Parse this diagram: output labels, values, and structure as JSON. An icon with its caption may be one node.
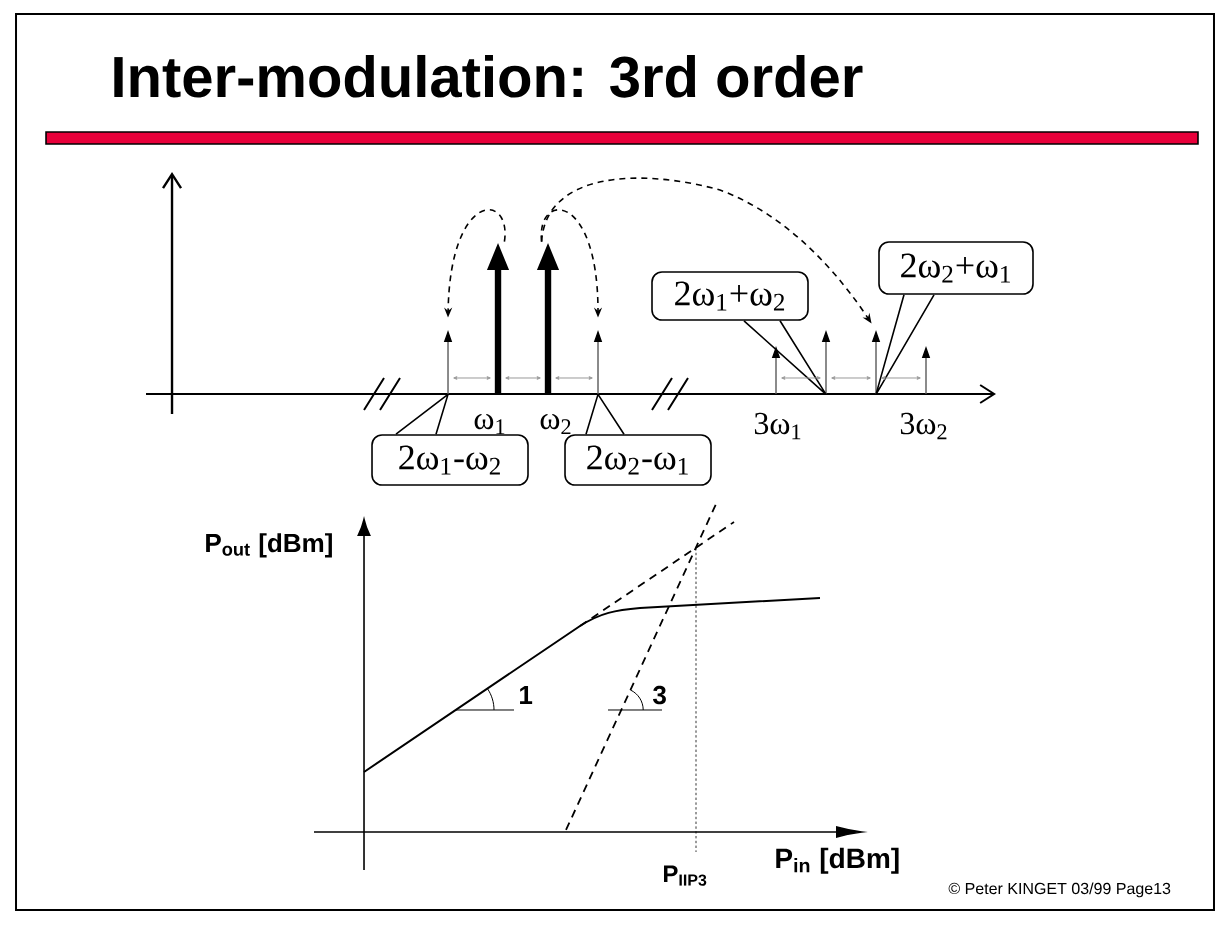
{
  "diagram": {
    "title": "Inter-modulation: 3rd order",
    "nodes": [
      {
        "text": [],
        "shape": "arrow"
      },
      {
        "text": [],
        "shape": "arrow",
        "beside": [
          "ω$_{1}$"
        ]
      },
      {
        "text": [],
        "shape": "arrow",
        "beside": [
          "ω$_{2}$"
        ]
      },
      {
        "text": [],
        "shape": "arrow"
      },
      {
        "text": [],
        "shape": "arrow",
        "beside": [
          "3ω$_{1}$"
        ]
      },
      {
        "text": [],
        "shape": "arrow"
      },
      {
        "text": [],
        "shape": "arrow"
      },
      {
        "text": [],
        "shape": "arrow",
        "beside": [
          "3ω$_{2}$"
        ]
      },
      {
        "text": [
          "2ω$_{1}$+ω$_{2}$"
        ]
      },
      {
        "text": [
          "2ω$_{2}$+ω$_{1}$"
        ]
      },
      {
        "text": [
          "2ω$_{1}$-ω$_{2}$"
        ]
      },
      {
        "text": [
          "2ω$_{2}$-ω$_{1}$"
        ]
      }
    ],
    "edges": [
      {
        "from": 8,
        "to": 5,
        "arrow": "none"
      },
      {
        "from": 9,
        "to": 6,
        "arrow": "none"
      },
      {
        "from": 10,
        "to": 0,
        "arrow": "none"
      },
      {
        "from": 11,
        "to": 3,
        "arrow": "none"
      },
      {
        "from": 1,
        "to": 0,
        "arrow": "to",
        "style": "dashed"
      },
      {
        "from": 2,
        "to": 3,
        "arrow": "to",
        "style": "dashed"
      },
      {
        "from": 2,
        "to": 6,
        "arrow": "to",
        "style": "dashed"
      },
      {
        "from": 0,
        "to": 1,
        "arrow": "both",
        "color": "#999999"
      },
      {
        "from": 1,
        "to": 2,
        "arrow": "both",
        "color": "#999999"
      },
      {
        "from": 2,
        "to": 3,
        "arrow": "both",
        "color": "#999999"
      },
      {
        "from": 4,
        "to": 5,
        "arrow": "both",
        "color": "#999999"
      },
      {
        "from": 5,
        "to": 6,
        "arrow": "both",
        "color": "#999999"
      },
      {
        "from": 6,
        "to": 7,
        "arrow": "both",
        "color": "#999999"
      }
    ],
    "labels": [
      "P$_{out}$ [dBm]",
      "1",
      "3",
      "P$_{IIP3}$",
      "P$_{in}$ [dBm]",
      "© Peter KINGET 03/99 Page13"
    ]
  }
}
